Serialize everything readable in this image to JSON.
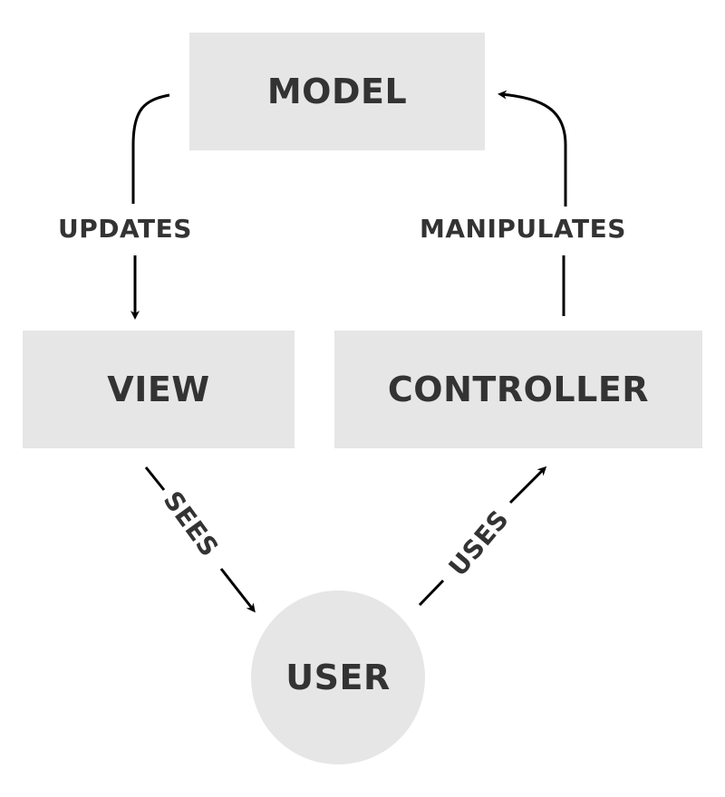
{
  "nodes": {
    "model": "MODEL",
    "view": "VIEW",
    "controller": "CONTROLLER",
    "user": "USER"
  },
  "edges": {
    "updates": "UPDATES",
    "manipulates": "MANIPULATES",
    "sees": "SEES",
    "uses": "USES"
  },
  "colors": {
    "node_fill": "#e6e6e6",
    "text": "#333333",
    "arrow": "#000000",
    "background": "#ffffff"
  }
}
